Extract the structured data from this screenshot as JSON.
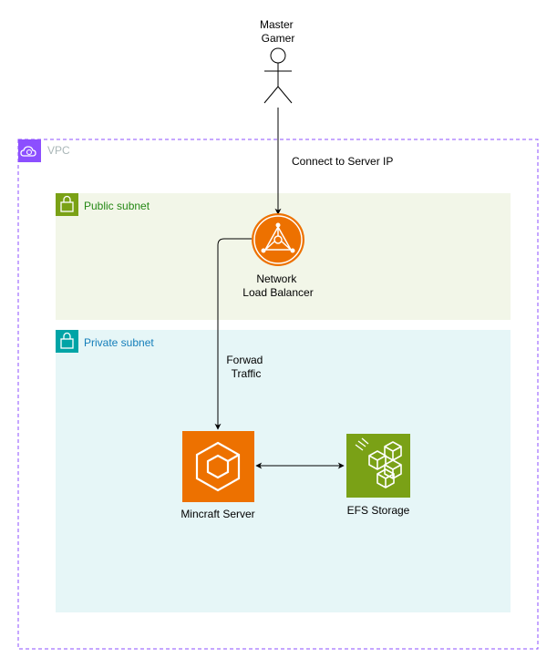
{
  "actor": {
    "label_line1": "Master",
    "label_line2": "Gamer"
  },
  "vpc": {
    "label": "VPC",
    "border_color": "#8C4FFF"
  },
  "public_subnet": {
    "label": "Public subnet",
    "fill": "#F2F6E8",
    "accent": "#7AA116",
    "label_color": "#248814"
  },
  "private_subnet": {
    "label": "Private subnet",
    "fill": "#E6F6F7",
    "accent": "#00A4A6",
    "label_color": "#147EBA"
  },
  "load_balancer": {
    "label_line1": "Network",
    "label_line2": "Load Balancer",
    "color": "#ED7100"
  },
  "server": {
    "label": "Mincraft Server",
    "color": "#ED7100"
  },
  "storage": {
    "label": "EFS Storage",
    "color": "#7AA116"
  },
  "edges": {
    "connect": {
      "label": "Connect to Server IP"
    },
    "forward": {
      "label_line1": "Forwad",
      "label_line2": "Traffic"
    }
  }
}
